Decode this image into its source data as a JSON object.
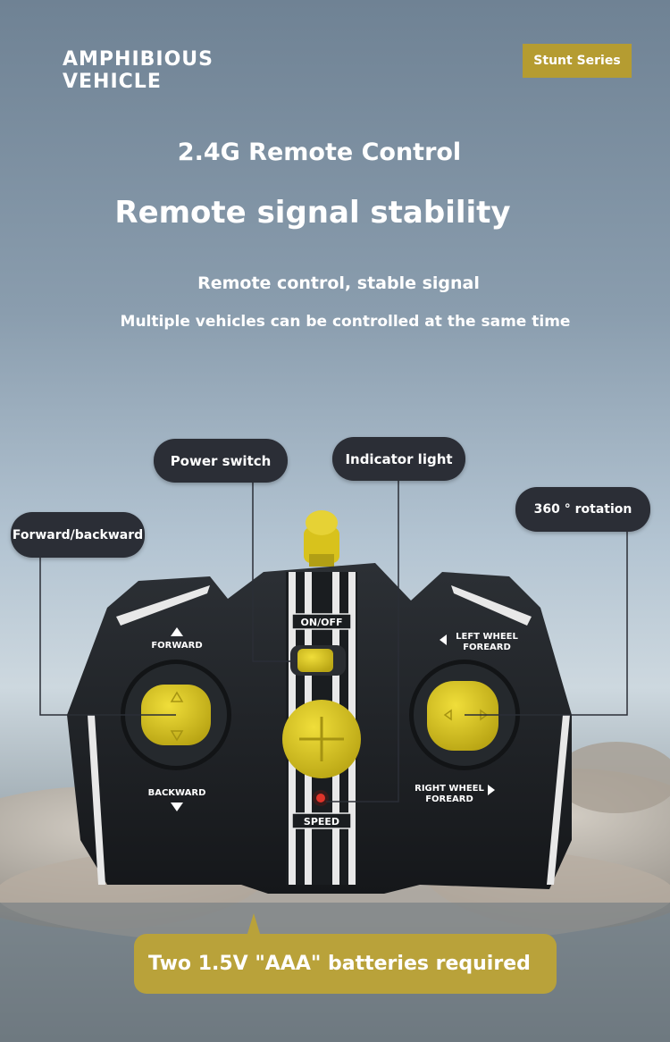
{
  "header": {
    "brand_line1": "AMPHIBIOUS",
    "brand_line2": "VEHICLE",
    "series_badge": "Stunt Series"
  },
  "headline": {
    "sub": "2.4G Remote Control",
    "main": "Remote signal stability"
  },
  "features": {
    "line1": "Remote control, stable signal",
    "line2": "Multiple vehicles can be controlled at the same time"
  },
  "callouts": {
    "power_switch": "Power switch",
    "indicator_light": "Indicator light",
    "forward_backward": "Forward/backward",
    "rotation": "360 ° rotation"
  },
  "controller": {
    "on_off": "ON/OFF",
    "speed": "SPEED",
    "forward": "FORWARD",
    "backward": "BACKWARD",
    "left_wheel_1": "LEFT WHEEL",
    "left_wheel_2": "FOREARD",
    "right_wheel_1": "RIGHT WHEEL",
    "right_wheel_2": "FOREARD"
  },
  "battery_note": "Two 1.5V \"AAA\" batteries required",
  "colors": {
    "accent_gold": "#b59c31",
    "controller_body": "#1f2226",
    "joystick_yellow": "#d9c41e",
    "pill_dark": "#2b2e36"
  }
}
